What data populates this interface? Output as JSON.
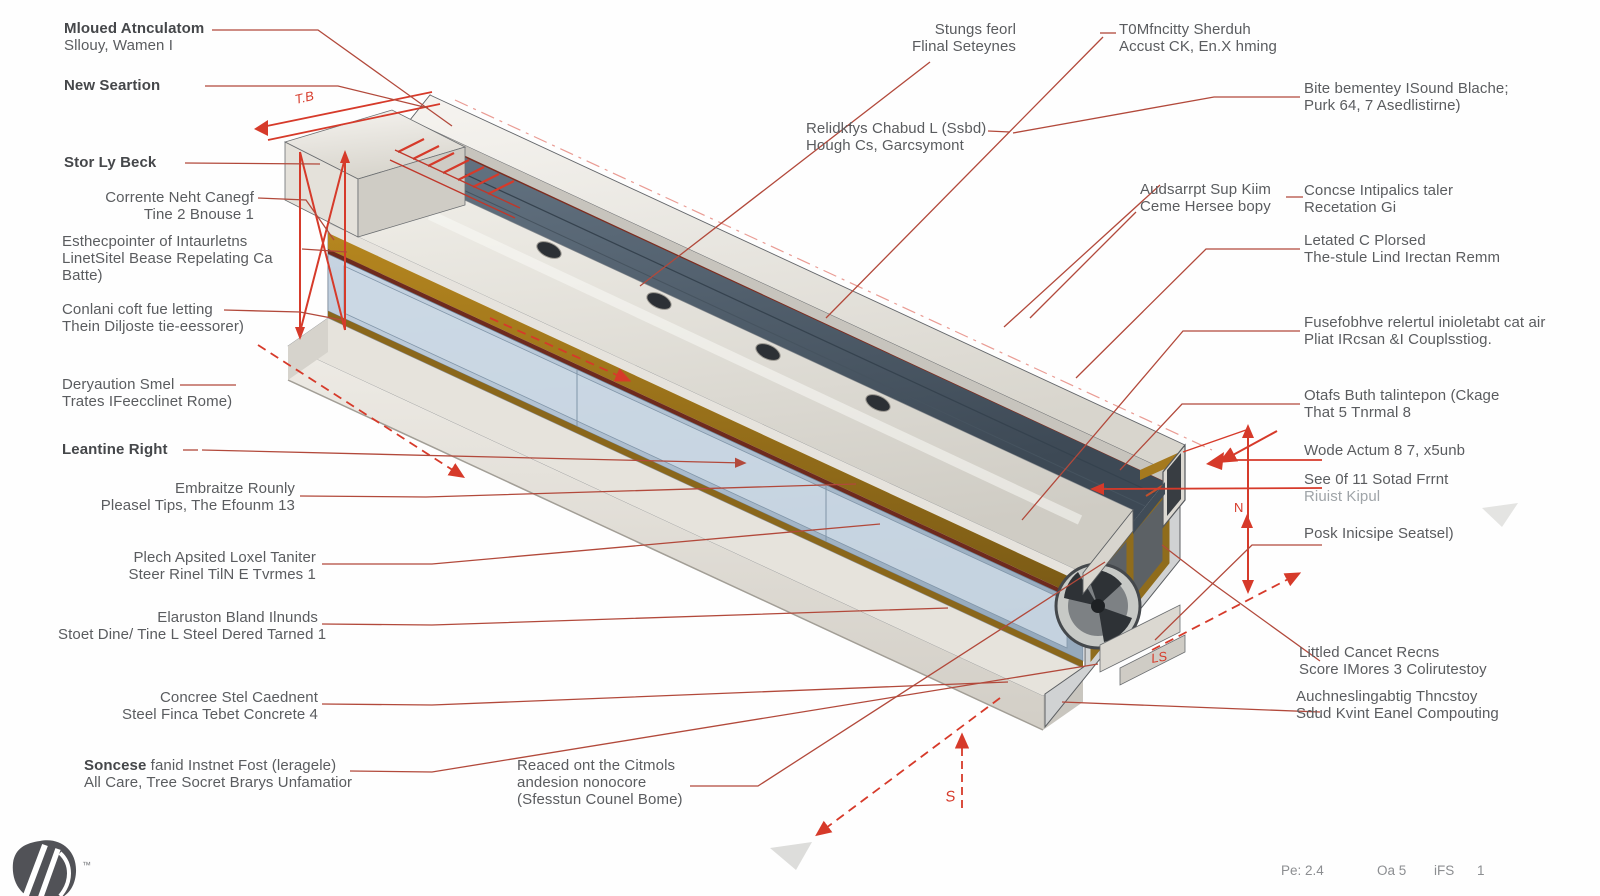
{
  "colors": {
    "accent_red": "#d63a2a",
    "leader_red": "#b2493b",
    "dark_red_groove": "#7c2d20",
    "slate_channel": "#4e5d6b",
    "panel_blue": "#a9bccd",
    "amber_frame": "#a87c1e",
    "metal_light": "#efede8",
    "logo_gray": "#515257"
  },
  "dims": {
    "tb": "T.B",
    "n": "N",
    "s": "S",
    "ls": "LS",
    "trademark": "™"
  },
  "labels": [
    {
      "id": "mloued",
      "l1": "Mloued Atnculatom",
      "l2": "Sllouy, Wamen I"
    },
    {
      "id": "new-seartion",
      "l1": "New Seartion"
    },
    {
      "id": "stor-ly-beck",
      "l1": "Stor Ly Beck"
    },
    {
      "id": "corrente",
      "l1": "Corrente Neht Canegf",
      "l2": "Tine 2 Bnouse 1"
    },
    {
      "id": "esthecpointer",
      "l1": "Esthecpointer of Intaurletns",
      "l2": "LinetSitel Bease Repelating Ca",
      "l3": "Batte)"
    },
    {
      "id": "conlani",
      "l1": "Conlani coft fue letting",
      "l2": "Thein Diljoste tie-eessorer)"
    },
    {
      "id": "deryaution",
      "l1": "Deryaution Smel",
      "l2": "Trates IFeecclinet Rome)"
    },
    {
      "id": "leantine-right",
      "l1": "Leantine Right"
    },
    {
      "id": "embraitze",
      "l1": "Embraitze Rounly",
      "l2": "Pleasel Tips, The Efounm 13"
    },
    {
      "id": "plech",
      "l1": "Plech Apsited Loxel Taniter",
      "l2": "Steer Rinel TilN E Tvrmes 1"
    },
    {
      "id": "elaruston",
      "l1": "Elaruston Bland Ilnunds",
      "l2": "Stoet Dine/ Tine L Steel Dered Tarned 1"
    },
    {
      "id": "concree",
      "l1": "Concree Stel Caednent",
      "l2": "Steel Finca Tebet Concrete 4"
    },
    {
      "id": "soncese",
      "l1b": "Soncese",
      "l1": " fanid Instnet Fost (leragele)",
      "l2": "All Care, Tree Socret Brarys Unfamatior"
    },
    {
      "id": "reaced",
      "l1": "Reaced ont the Citmols",
      "l2": "andesion nonocore",
      "l3": "(Sfesstun Counel Bome)"
    },
    {
      "id": "stungs",
      "l1": "Stungs feorl",
      "l2": "Flinal Seteynes"
    },
    {
      "id": "t0mfncitty",
      "l1": "T0Mfncitty Sherduh",
      "l2": "Accust CK, En.X hming"
    },
    {
      "id": "relidkfys",
      "l1": "Relidkfys Chabud L (Ssbd)",
      "l2": "Hough Cs, Garcsymont"
    },
    {
      "id": "bite",
      "l1": "Bite bementey ISound Blache;",
      "l2": "Purk 64, 7 Asedlistirne)"
    },
    {
      "id": "audsarrpt",
      "l1": "Audsarrpt Sup Kiim",
      "l2": "Ceme Hersee bopy"
    },
    {
      "id": "concse",
      "l1": "Concse Intipalics taler",
      "l2": "Recetation Gi"
    },
    {
      "id": "letated",
      "l1": "Letated C Plorsed",
      "l2": "The-stule Lind Irectan Remm"
    },
    {
      "id": "fusefobhve",
      "l1": "Fusefobhve relertul inioletabt cat air",
      "l2": "Pliat IRcsan &I Couplsstiog."
    },
    {
      "id": "otafs",
      "l1": "Otafs Buth talintepon (Ckage",
      "l2": "That 5 Tnrmal 8"
    },
    {
      "id": "wode",
      "l1": "Wode Actum 8 7, x5unb"
    },
    {
      "id": "see",
      "l1": "See 0f 11 Sotad Frrnt",
      "l2": "Riuist Kipul"
    },
    {
      "id": "posk",
      "l1": "Posk Inicsipe Seatsel)"
    },
    {
      "id": "littled",
      "l1": "Littled Cancet Recns",
      "l2": "Score IMores 3 Colirutestoy"
    },
    {
      "id": "auchnes",
      "l1": "Auchneslingabtig Thncstoy",
      "l2": "Sdud Kvint Eanel Compouting"
    }
  ],
  "footer": {
    "scale": "Pe: 2.4",
    "sheet": "Oa 5",
    "code": "iFS",
    "page": "1"
  }
}
